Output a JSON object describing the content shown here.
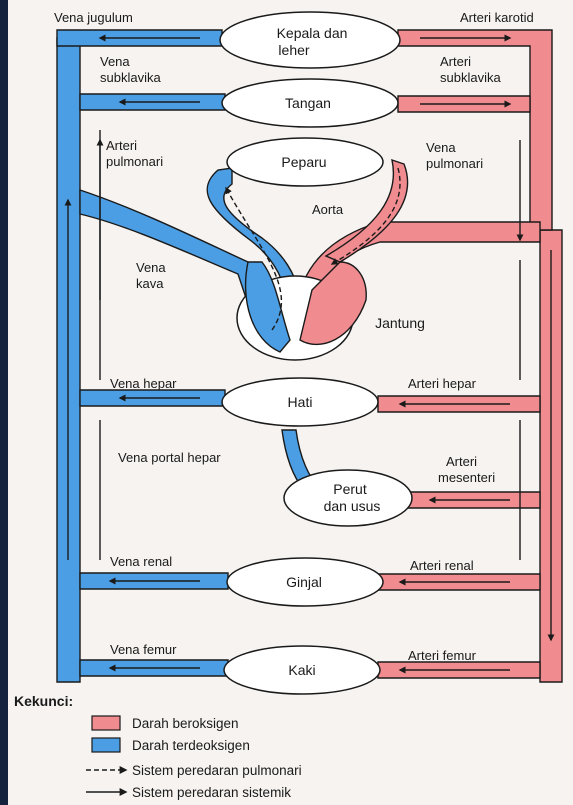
{
  "colors": {
    "oxygenated": "#f08b8f",
    "deoxygenated": "#4b9ee3",
    "vessel_outline": "#1a1a1a",
    "paper": "#f6f3f0"
  },
  "organs": {
    "head": "Kepala dan",
    "head_line2": "leher",
    "arms": "Tangan",
    "lungs": "Peparu",
    "heart": "Jantung",
    "liver": "Hati",
    "gut": "Perut",
    "gut_line2": "dan usus",
    "kidney": "Ginjal",
    "legs": "Kaki"
  },
  "vessels": {
    "jugular_vein": "Vena jugulum",
    "carotid_artery": "Arteri karotid",
    "subclavian_vein": "Vena",
    "subclavian_vein_line2": "subklavika",
    "subclavian_artery": "Arteri",
    "subclavian_artery_line2": "subklavika",
    "pulmonary_artery": "Arteri",
    "pulmonary_artery_line2": "pulmonari",
    "pulmonary_vein": "Vena",
    "pulmonary_vein_line2": "pulmonari",
    "aorta": "Aorta",
    "vena_cava": "Vena",
    "vena_cava_line2": "kava",
    "hepatic_vein": "Vena hepar",
    "hepatic_artery": "Arteri hepar",
    "hepatic_portal_vein": "Vena portal hepar",
    "mesenteric_artery": "Arteri",
    "mesenteric_artery_line2": "mesenteri",
    "renal_vein": "Vena renal",
    "renal_artery": "Arteri renal",
    "femoral_vein": "Vena femur",
    "femoral_artery": "Arteri femur"
  },
  "legend": {
    "title": "Kekunci:",
    "oxygenated": "Darah beroksigen",
    "deoxygenated": "Darah terdeoksigen",
    "pulmonary": "Sistem peredaran pulmonari",
    "systemic": "Sistem peredaran sistemik"
  }
}
